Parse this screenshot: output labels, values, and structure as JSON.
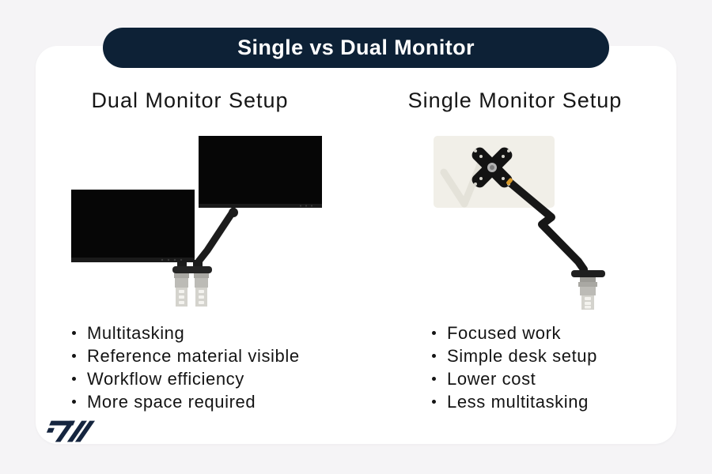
{
  "banner": {
    "title": "Single vs Dual Monitor"
  },
  "columns": {
    "dual": {
      "heading": "Dual Monitor Setup",
      "image": "dual-monitor-arm-with-two-black-monitors-and-desk-clamps",
      "bullets": [
        "Multitasking",
        "Reference material visible",
        "Workflow efficiency",
        "More space required"
      ]
    },
    "single": {
      "heading": "Single Monitor Setup",
      "image": "single-monitor-arm-with-vesa-plate-and-desk-clamp",
      "bullets": [
        "Focused work",
        "Simple desk setup",
        "Lower cost",
        "Less multitasking"
      ]
    }
  },
  "logo": {
    "icon": "dw-monogram-logo"
  },
  "colors": {
    "page_bg": "#f5f4f6",
    "card_bg": "#ffffff",
    "banner_bg": "#0d2136",
    "banner_text": "#ffffff",
    "body_text": "#141414",
    "logo_navy": "#15253f",
    "cream_panel": "#f1efe8",
    "monitor_black": "#060606",
    "clamp_silver": "#d4d3cd"
  }
}
